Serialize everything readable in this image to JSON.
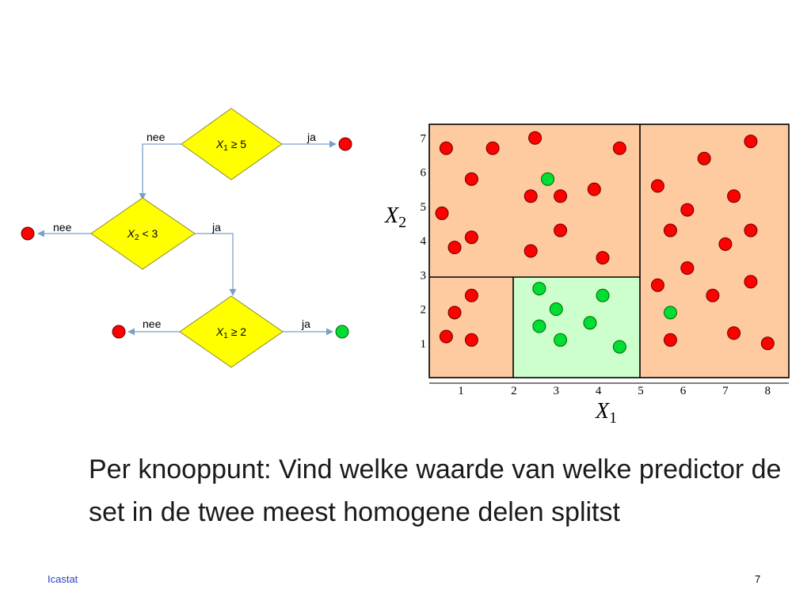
{
  "tree": {
    "edge_labels": {
      "no": "nee",
      "yes": "ja"
    },
    "nodes": [
      {
        "id": "root",
        "var": "X",
        "sub": "1",
        "op": "≥ 5"
      },
      {
        "id": "left",
        "var": "X",
        "sub": "2",
        "op": "< 3"
      },
      {
        "id": "leftright",
        "var": "X",
        "sub": "1",
        "op": "≥ 2"
      }
    ],
    "leaf_colors": {
      "red": "#ff0000",
      "green": "#00dd33"
    },
    "node_fill": "#ffff00",
    "edge_color": "#7ba0c8"
  },
  "plot": {
    "x_axis": {
      "var": "X",
      "sub": "1",
      "ticks": [
        1,
        2,
        3,
        4,
        5,
        6,
        7,
        8
      ]
    },
    "y_axis": {
      "var": "X",
      "sub": "2",
      "ticks": [
        1,
        2,
        3,
        4,
        5,
        6,
        7
      ]
    },
    "region_colors": {
      "orange": "#fdcb9f",
      "green": "#ccffcc"
    },
    "points_red": [
      [
        0.4,
        6.7
      ],
      [
        1.5,
        6.7
      ],
      [
        2.5,
        7.0
      ],
      [
        4.5,
        6.7
      ],
      [
        1.0,
        5.8
      ],
      [
        2.4,
        5.3
      ],
      [
        3.1,
        5.3
      ],
      [
        3.9,
        5.5
      ],
      [
        0.3,
        4.8
      ],
      [
        0.6,
        3.8
      ],
      [
        1.0,
        4.1
      ],
      [
        2.4,
        3.7
      ],
      [
        3.1,
        4.3
      ],
      [
        4.1,
        3.5
      ],
      [
        5.4,
        5.6
      ],
      [
        6.5,
        6.4
      ],
      [
        7.6,
        6.9
      ],
      [
        6.1,
        4.9
      ],
      [
        7.2,
        5.3
      ],
      [
        5.7,
        4.3
      ],
      [
        7.6,
        4.3
      ],
      [
        7.0,
        3.9
      ],
      [
        6.1,
        3.2
      ],
      [
        5.4,
        2.7
      ],
      [
        6.7,
        2.4
      ],
      [
        7.6,
        2.8
      ],
      [
        7.2,
        1.3
      ],
      [
        5.7,
        1.1
      ],
      [
        8.0,
        1.0
      ],
      [
        1.0,
        2.4
      ],
      [
        0.6,
        1.9
      ],
      [
        0.4,
        1.2
      ],
      [
        1.0,
        1.1
      ]
    ],
    "points_green": [
      [
        2.8,
        5.8
      ],
      [
        2.6,
        2.6
      ],
      [
        3.0,
        2.0
      ],
      [
        4.1,
        2.4
      ],
      [
        2.6,
        1.5
      ],
      [
        3.8,
        1.6
      ],
      [
        3.1,
        1.1
      ],
      [
        4.5,
        0.9
      ],
      [
        5.7,
        1.9
      ]
    ]
  },
  "caption": "Per knooppunt: Vind welke waarde van welke predictor de set in de twee meest homogene delen splitst",
  "footer": {
    "left": "Icastat",
    "page": "7"
  }
}
